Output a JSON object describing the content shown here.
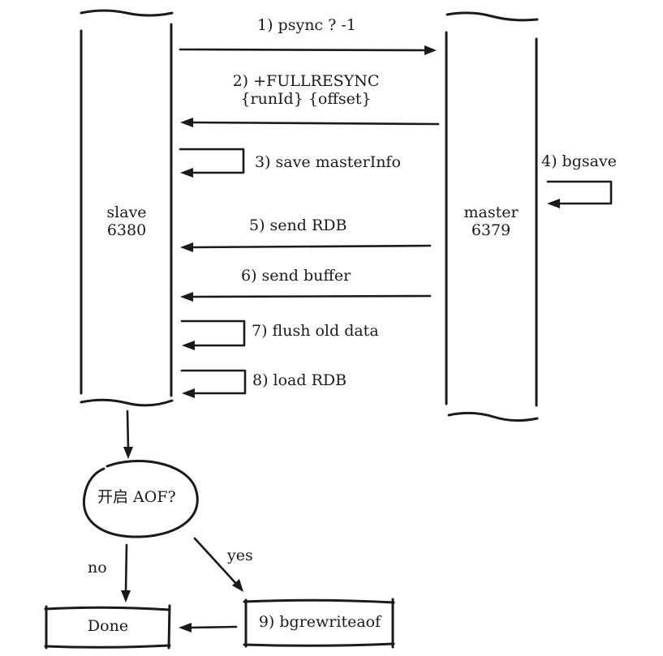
{
  "slave": {
    "name": "slave",
    "port": "6380"
  },
  "master": {
    "name": "master",
    "port": "6379"
  },
  "steps": {
    "s1": "1) psync ? -1",
    "s2_line1": "2) +FULLRESYNC",
    "s2_line2": "{runId} {offset}",
    "s3": "3) save masterInfo",
    "s4": "4) bgsave",
    "s5": "5) send RDB",
    "s6": "6) send buffer",
    "s7": "7) flush old data",
    "s8": "8) load RDB",
    "s9": "9) bgrewriteaof"
  },
  "decision": {
    "question": "开启 AOF?",
    "no_label": "no",
    "yes_label": "yes"
  },
  "done_label": "Done"
}
